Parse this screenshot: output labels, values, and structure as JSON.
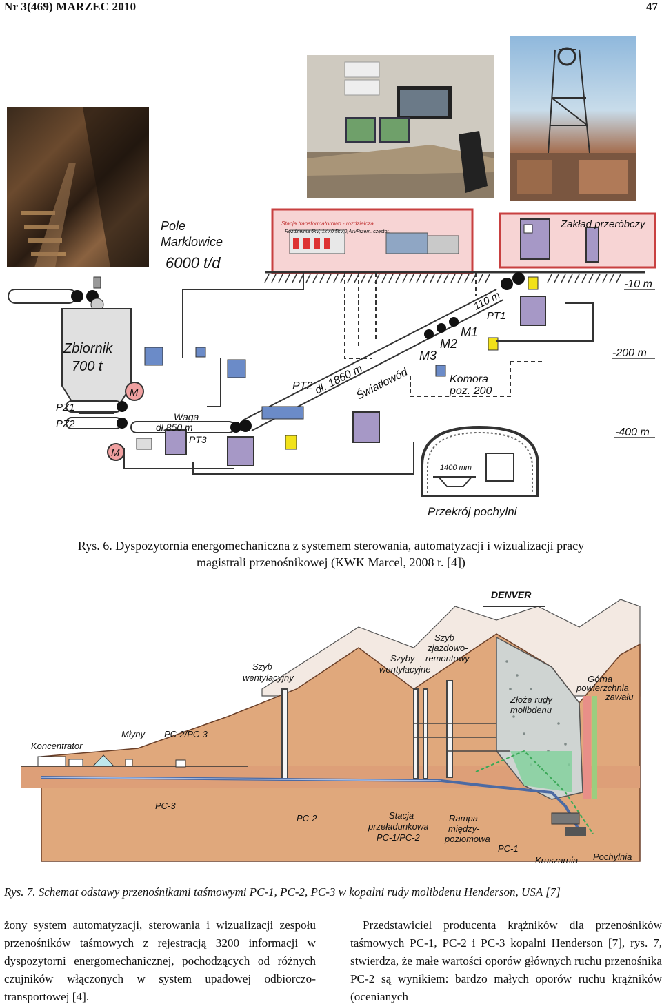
{
  "header": {
    "issue": "Nr 3(469) MARZEC 2010",
    "page_number": "47"
  },
  "figure6": {
    "label": "Rys. 6.",
    "caption_line1": "Dyspozytornia energomechaniczna z systemem sterowania, automatyzacji i wizualizacji pracy",
    "caption_line2": "magistrali przenośnikowej (KWK Marcel, 2008 r. [4])",
    "labels": {
      "pole": "Pole",
      "marklowice": "Marklowice",
      "capacity": "6000 t/d",
      "zbiornik": "Zbiornik",
      "zbiornik_cap": "700 t",
      "m": "M",
      "pz1": "PZ1",
      "pz2": "PZ2",
      "waga": "Waga",
      "dl850": "dł.850 m",
      "pt3": "PT3",
      "pt2": "PT2",
      "dl1860": "dł. 1860 m",
      "swiatlowod": "Światłowód",
      "m1": "M1",
      "m2": "M2",
      "m3": "M3",
      "pt1": "PT1",
      "m110": "110 m",
      "komora": "Komora",
      "poz200": "poz. 200",
      "zaklad": "Zakład przeróbczy",
      "lvl10": "-10 m",
      "lvl200": "-200 m",
      "lvl400": "-400 m",
      "dim1400": "1400 mm",
      "przekroj": "Przekrój pochylni",
      "stacja": "Stacja transformatorowo - rozdzielcza",
      "rozdzielnia": "Rozdzielnia 6kV, 1kV,0,5kV,0,4kV",
      "przem": "Przem. częstot."
    }
  },
  "figure7": {
    "label": "Rys. 7.",
    "caption": "Schemat odstawy przenośnikami taśmowymi PC-1, PC-2, PC-3 w kopalni rudy molibdenu Henderson, USA [7]",
    "labels": {
      "denver": "DENVER",
      "szyb_went_1": "Szyb",
      "szyb_went_2": "wentylacyjny",
      "szyby_went_1": "Szyby",
      "szyby_went_2": "wentylacyjne",
      "szyb_zjazd_1": "Szyb",
      "szyb_zjazd_2": "zjazdowo-",
      "szyb_zjazd_3": "remontowy",
      "gorna_1": "Górna",
      "gorna_2": "powierzchnia",
      "gorna_3": "zawału",
      "zloze_1": "Złoże rudy",
      "zloze_2": "molibdenu",
      "koncentrator": "Koncentrator",
      "mlyny": "Młyny",
      "pc23": "PC-2/PC-3",
      "pc3": "PC-3",
      "pc2": "PC-2",
      "stacja_1": "Stacja",
      "stacja_2": "przeładunkowa",
      "stacja_3": "PC-1/PC-2",
      "rampa_1": "Rampa",
      "rampa_2": "między-",
      "rampa_3": "poziomowa",
      "pc1": "PC-1",
      "kruszarnia": "Kruszarnia",
      "pochylnia": "Pochylnia"
    }
  },
  "body": {
    "left_column": "żony system automatyzacji, sterowania i wizualizacji zespołu przenośników taśmowych z rejestracją 3200 informacji w dyspozytorni energomechanicznej, pochodzących od różnych czujników włączonych w system upadowej odbiorczo-transportowej [4].",
    "right_column": "Przedstawiciel producenta krążników dla przenośników taśmowych PC-1, PC-2 i PC-3 kopalni Henderson [7], rys. 7, stwierdza, że małe wartości oporów głównych ruchu przenośnika PC-2 są wynikiem: bardzo małych oporów ruchu krążników (ocenianych"
  }
}
